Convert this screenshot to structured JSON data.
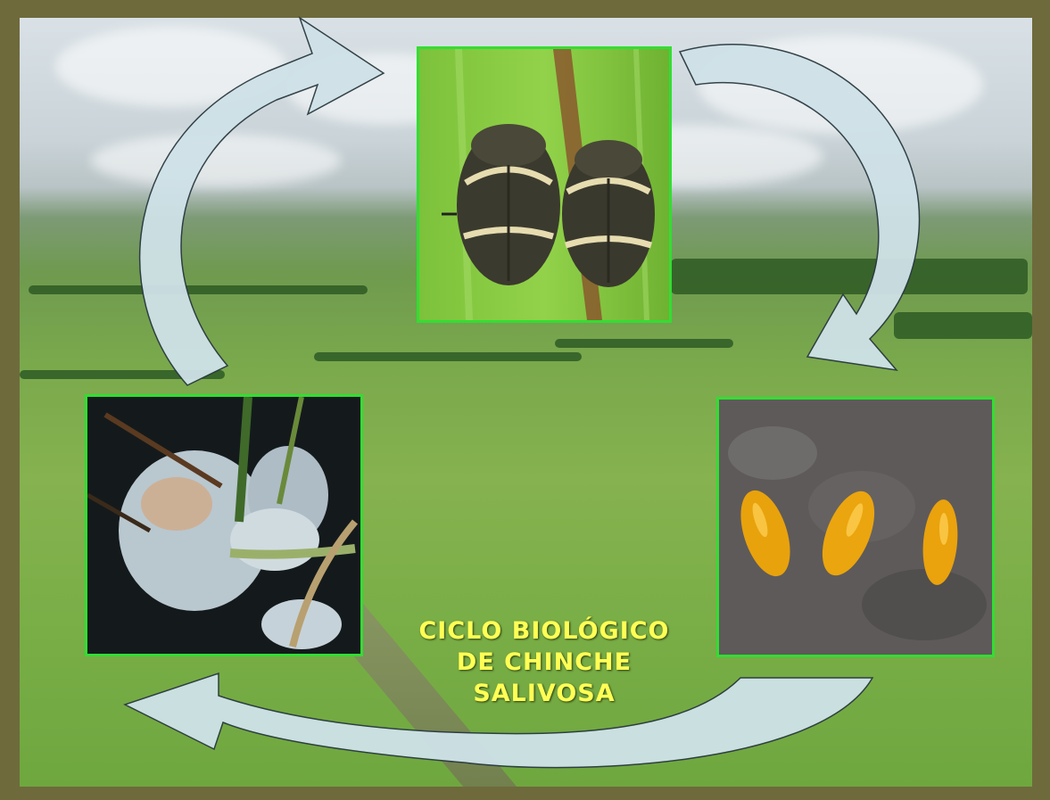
{
  "title": {
    "line1": "CICLO BIOLÓGICO",
    "line2": "DE CHINCHE",
    "line3": "SALIVOSA"
  },
  "colors": {
    "frame": "#6e6a3c",
    "photo_border": "#33dd33",
    "title_text": "#ffff55",
    "arrow_fill": "#cfe2e8",
    "arrow_stroke": "#2a3a40"
  },
  "stages": [
    {
      "name": "adults",
      "depicts": "two adult spittlebugs on a leaf"
    },
    {
      "name": "eggs",
      "depicts": "three yellow eggs"
    },
    {
      "name": "nymphs",
      "depicts": "spittle masses (nymphs)"
    }
  ]
}
